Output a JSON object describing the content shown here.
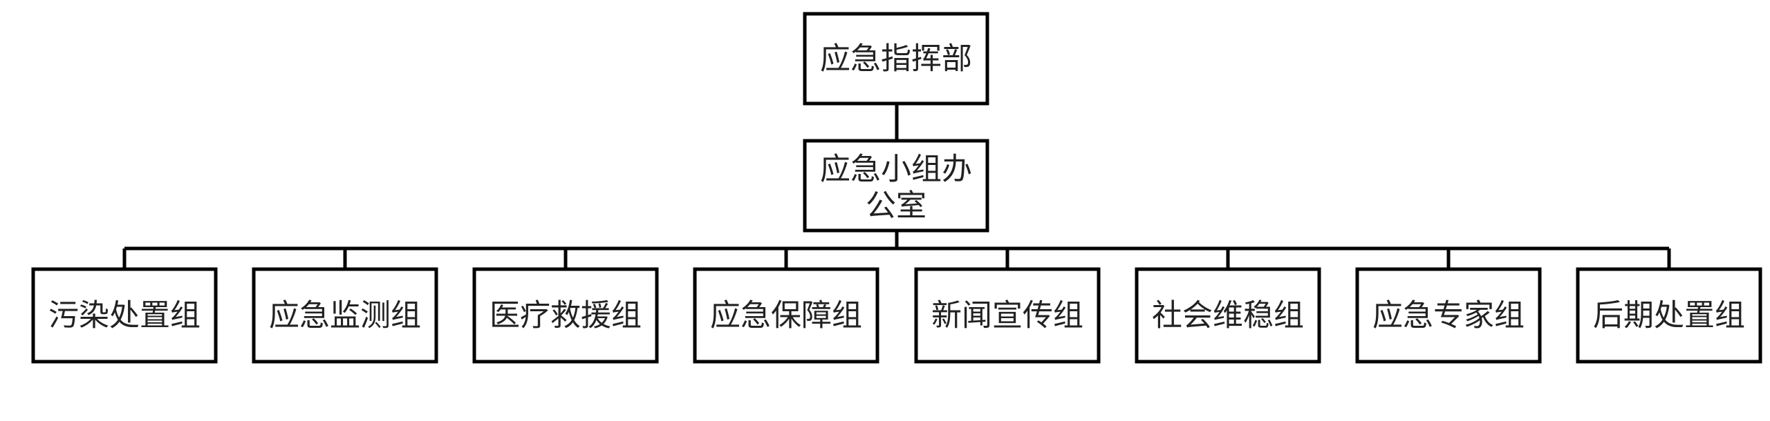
{
  "diagram": {
    "root": {
      "label": "应急指挥部"
    },
    "office": {
      "label_lines": [
        "应急小组办",
        "公室"
      ]
    },
    "groups": [
      {
        "label": "污染处置组"
      },
      {
        "label": "应急监测组"
      },
      {
        "label": "医疗救援组"
      },
      {
        "label": "应急保障组"
      },
      {
        "label": "新闻宣传组"
      },
      {
        "label": "社会维稳组"
      },
      {
        "label": "应急专家组"
      },
      {
        "label": "后期处置组"
      }
    ]
  },
  "colors": {
    "stroke": "#000000",
    "background": "#ffffff",
    "text": "#222222"
  }
}
